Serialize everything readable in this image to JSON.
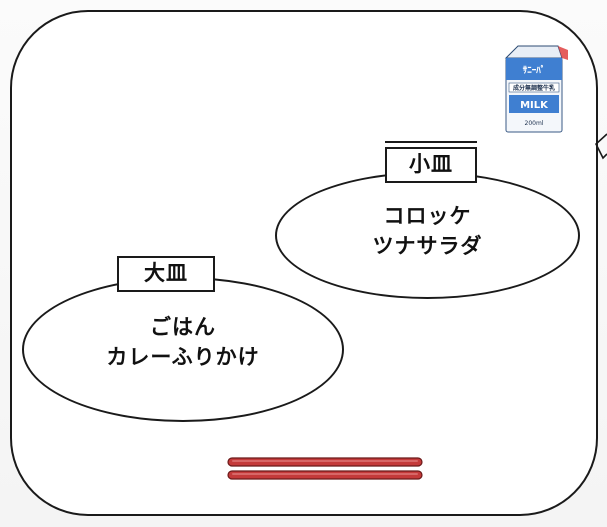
{
  "plates": {
    "large": {
      "label": "大皿",
      "items": [
        "ごはん",
        "カレーふりかけ"
      ]
    },
    "small": {
      "label": "小皿",
      "items": [
        "コロッケ",
        "ツナサラダ"
      ]
    }
  },
  "milk_carton": {
    "logo_text": "MILK",
    "top_text": "ｻﾆｰﾊﾟ",
    "middle_text": "成分無調整牛乳",
    "volume_text": "200ml",
    "icon": "milk-carton-icon"
  },
  "chopsticks": {
    "icon": "chopsticks-icon",
    "color": "#c43a3a"
  },
  "colors": {
    "outline": "#1a1a1a",
    "milk_blue": "#3f7fd1",
    "background": "#ffffff"
  }
}
